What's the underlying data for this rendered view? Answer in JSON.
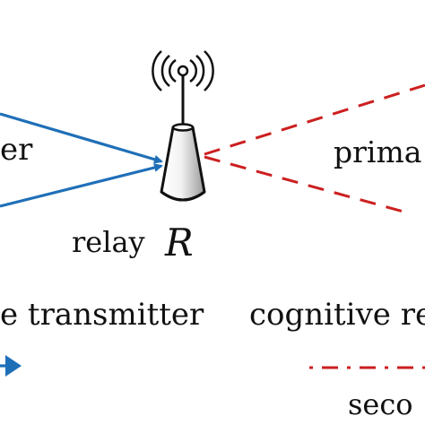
{
  "labels": {
    "left_partial": "er",
    "relay_text": "relay",
    "relay_symbol": "R",
    "right_partial": "prima",
    "transmitter_partial": "e transmitter",
    "receiver_partial": "cognitive re",
    "bottom_partial": "seco"
  },
  "colors": {
    "blue_arrow": "#1f6fb8",
    "red_dashed": "#cc1f1f",
    "text": "#111111"
  },
  "icons": {
    "relay": "antenna-tower-icon"
  }
}
